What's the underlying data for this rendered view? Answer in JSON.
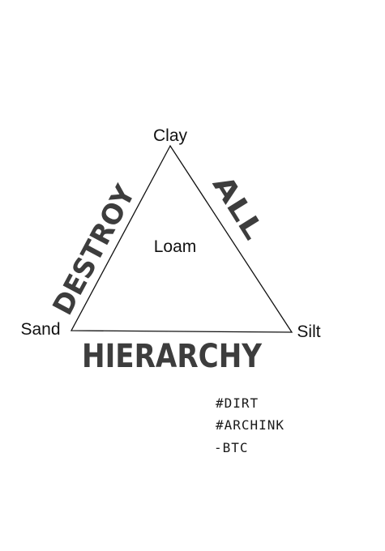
{
  "diagram": {
    "vertices": {
      "top": "Clay",
      "left": "Sand",
      "right": "Silt"
    },
    "center": "Loam",
    "handwriting": {
      "left_side": "DESTROY",
      "right_side": "ALL",
      "bottom": "HIERARCHY"
    },
    "notes": [
      "#DIRT",
      "#ARCHINK",
      "-BTC"
    ],
    "colors": {
      "line": "#111111",
      "marker": "#3d3d3d"
    }
  }
}
